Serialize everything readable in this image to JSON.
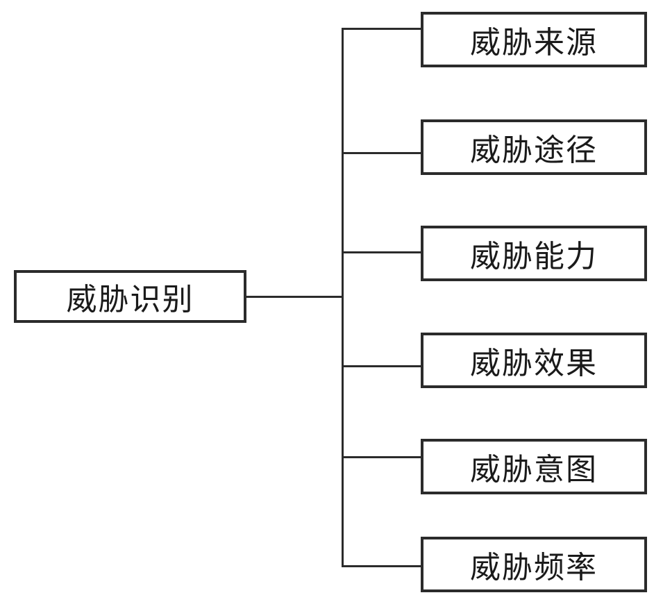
{
  "diagram": {
    "root": {
      "label": "威胁识别"
    },
    "children": [
      {
        "label": "威胁来源"
      },
      {
        "label": "威胁途径"
      },
      {
        "label": "威胁能力"
      },
      {
        "label": "威胁效果"
      },
      {
        "label": "威胁意图"
      },
      {
        "label": "威胁频率"
      }
    ]
  }
}
